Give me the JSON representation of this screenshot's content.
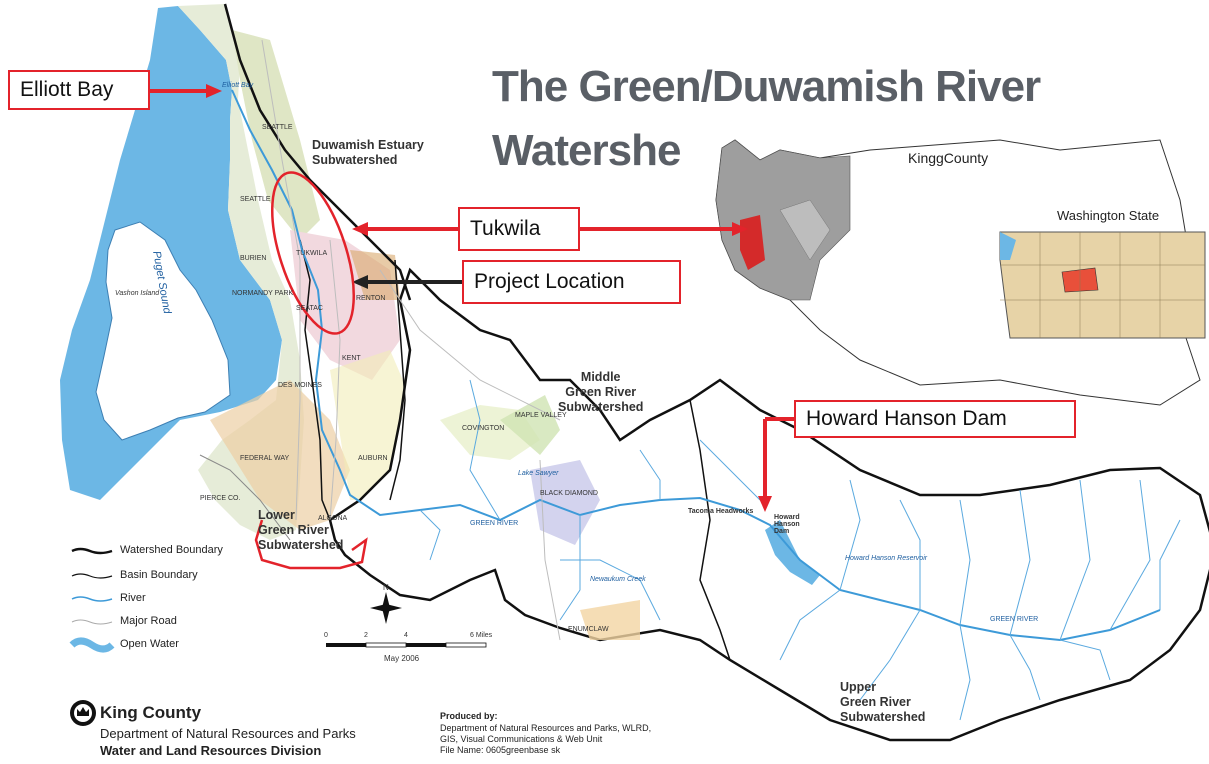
{
  "title_line1": "The Green/Duwamish River",
  "title_line2": "Watershe",
  "callouts": {
    "elliott_bay": "Elliott Bay",
    "tukwila": "Tukwila",
    "project_location": "Project Location",
    "howard_hanson_dam": "Howard Hanson Dam"
  },
  "subwatersheds": {
    "duwamish_line1": "Duwamish Estuary",
    "duwamish_line2": "Subwatershed",
    "middle_line1": "Middle",
    "middle_line2": "Green River",
    "middle_line3": "Subwatershed",
    "lower_line1": "Lower",
    "lower_line2": "Green River",
    "lower_line3": "Subwatershed",
    "upper_line1": "Upper",
    "upper_line2": "Green River",
    "upper_line3": "Subwatershed"
  },
  "place_labels": {
    "elliott_bay_map": "Elliott Bay",
    "puget_sound": "Puget Sound",
    "vashon": "Vashon Island",
    "seattle_n": "SEATTLE",
    "seattle_s": "SEATTLE",
    "burien": "BURIEN",
    "tukwila": "TUKWILA",
    "normandy_park": "NORMANDY PARK",
    "seatac": "SEATAC",
    "renton": "RENTON",
    "kent": "KENT",
    "des_moines": "DES MOINES",
    "federal_way": "FEDERAL WAY",
    "auburn": "AUBURN",
    "algona": "ALGONA",
    "covington": "COVINGTON",
    "maple_valley": "MAPLE VALLEY",
    "black_diamond": "BLACK DIAMOND",
    "lake_sawyer": "Lake Sawyer",
    "enumclaw": "ENUMCLAW",
    "pierce_co": "PIERCE CO.",
    "tacoma_headworks": "Tacoma Headworks",
    "howard_hanson_dam_map": "Howard Hanson Dam",
    "howard_hanson_reservoir": "Howard Hanson Reservoir",
    "green_river_lower": "GREEN RIVER",
    "green_river_upper": "GREEN RIVER",
    "newaukum_creek": "Newaukum Creek"
  },
  "inset": {
    "county_label": "KinggCounty",
    "state_label": "Washington State"
  },
  "legend": {
    "items": [
      {
        "label": "Watershed Boundary"
      },
      {
        "label": "Basin Boundary"
      },
      {
        "label": "River"
      },
      {
        "label": "Major Road"
      },
      {
        "label": "Open Water"
      }
    ]
  },
  "scale": {
    "ticks": [
      "0",
      "2",
      "4",
      "6 Miles"
    ],
    "date": "May 2006",
    "north": "N"
  },
  "footer": {
    "org": "King County",
    "dept": "Department of Natural Resources and Parks",
    "division": "Water and Land Resources Division",
    "produced_by": "Produced by:",
    "produced_line1": "Department of Natural Resources and Parks, WLRD,",
    "produced_line2": "GIS, Visual Communications & Web Unit",
    "produced_line3": "File Name: 0605greenbase    sk"
  },
  "colors": {
    "callout_red": "#e3232b",
    "arrow_black": "#222222",
    "water": "#6cb7e5",
    "river": "#3d9ad8",
    "county_gray": "#9e9e9e",
    "state_tan": "#e7d3a7",
    "highlight": "#e8503a"
  }
}
